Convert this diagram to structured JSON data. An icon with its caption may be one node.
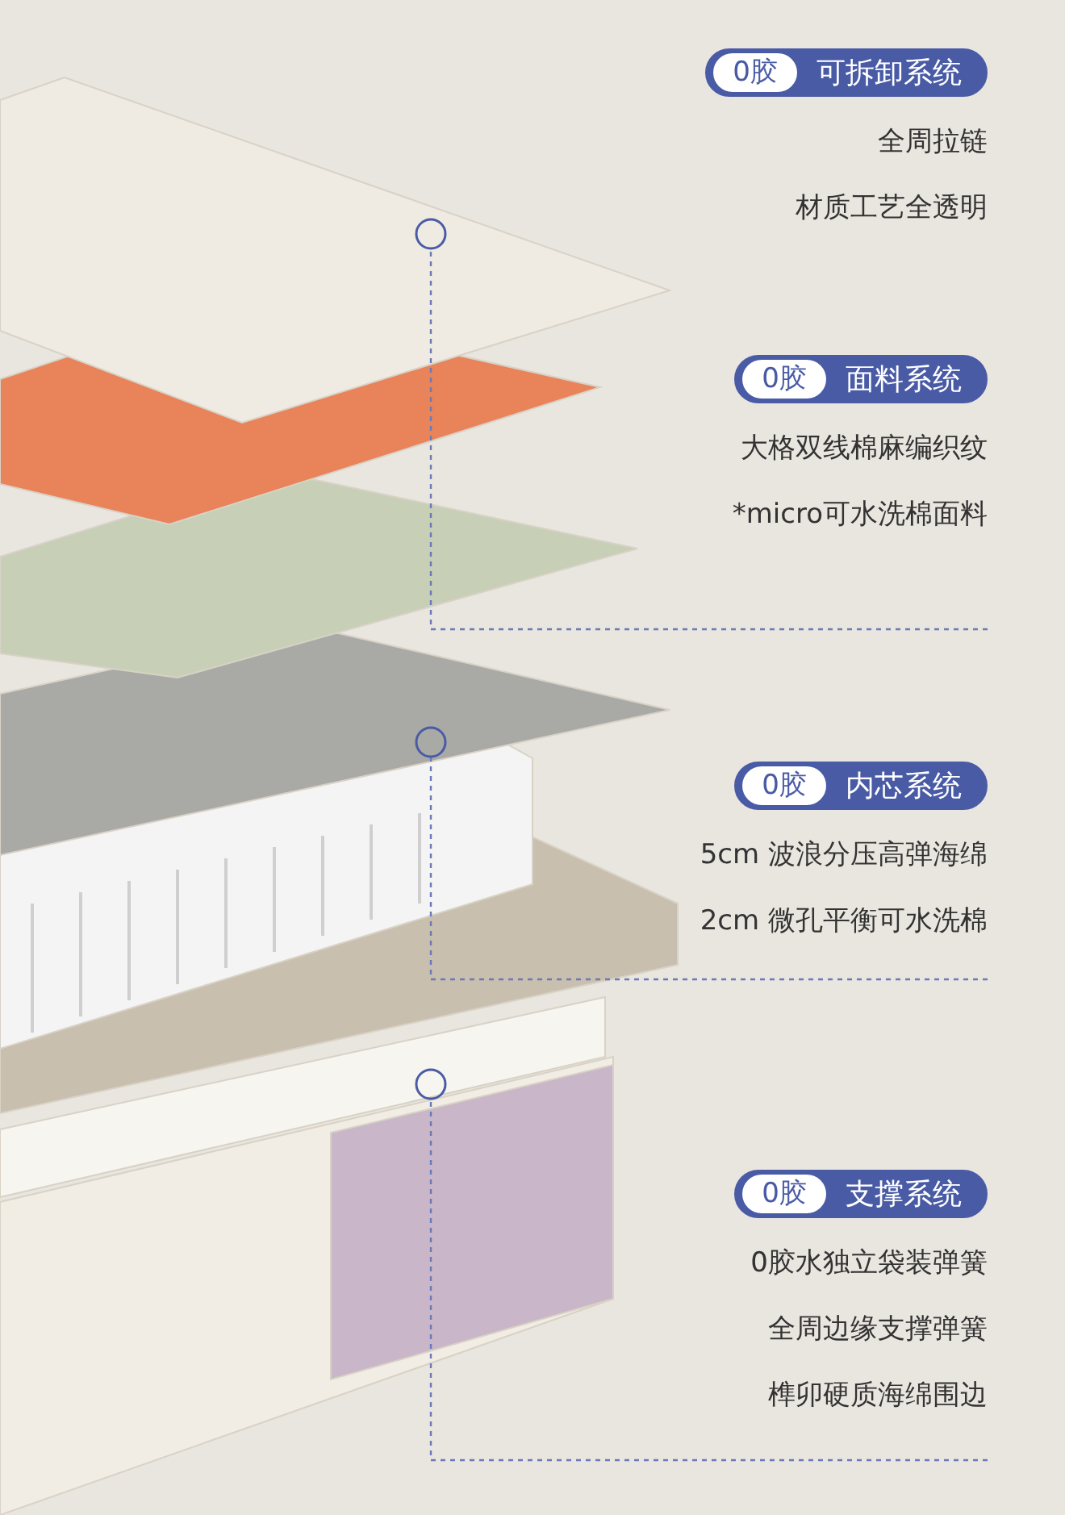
{
  "diagram": {
    "nodes": [
      {
        "text": [
          "0胶",
          "可拆卸系统"
        ],
        "beside": [
          "全周拉链",
          "材质工艺全透明"
        ]
      },
      {
        "text": [
          "0胶",
          "面料系统"
        ],
        "beside": [
          "大格双线棉麻编织纹",
          "*micro可水洗棉面料"
        ]
      },
      {
        "text": [
          "0胶",
          "内芯系统"
        ],
        "beside": [
          "5cm 波浪分压高弹海绵",
          "2cm 微孔平衡可水洗棉"
        ]
      },
      {
        "text": [
          "0胶",
          "支撑系统"
        ],
        "beside": [
          "0胶水独立袋装弹簧",
          "全周边缘支撑弹簧",
          "榫卯硬质海绵围边"
        ]
      },
      {
        "text": [],
        "shape": "circle"
      },
      {
        "text": [],
        "shape": "circle"
      },
      {
        "text": [],
        "shape": "circle"
      }
    ],
    "edges": [
      {
        "from": 1,
        "to": 4,
        "arrow": "none",
        "style": "dashed"
      },
      {
        "from": 2,
        "to": 5,
        "arrow": "none",
        "style": "dashed"
      },
      {
        "from": 3,
        "to": 6,
        "arrow": "none",
        "style": "dashed"
      }
    ]
  }
}
